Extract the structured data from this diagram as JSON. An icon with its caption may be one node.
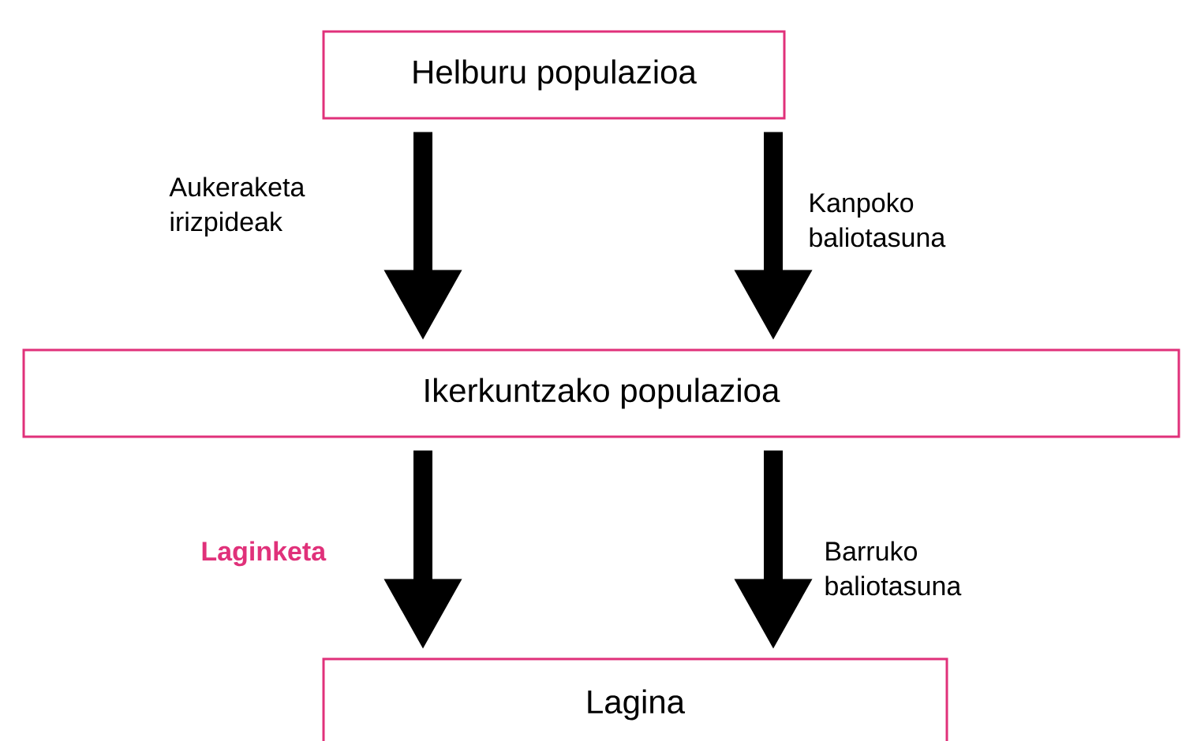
{
  "diagram": {
    "nodes": [
      {
        "text": [
          "Helburu populazioa"
        ]
      },
      {
        "text": [
          "Ikerkuntzako populazioa"
        ]
      },
      {
        "text": [
          "Lagina"
        ]
      }
    ],
    "edges": [
      {
        "from": 0,
        "to": 1,
        "arrow": "to",
        "label": "Aukeraketa irizpideak"
      },
      {
        "from": 0,
        "to": 1,
        "arrow": "to",
        "label": "Kanpoko baliotasuna"
      },
      {
        "from": 1,
        "to": 2,
        "arrow": "to",
        "label": "Laginketa"
      },
      {
        "from": 1,
        "to": 2,
        "arrow": "to",
        "label": "Barruko baliotasuna"
      }
    ]
  }
}
